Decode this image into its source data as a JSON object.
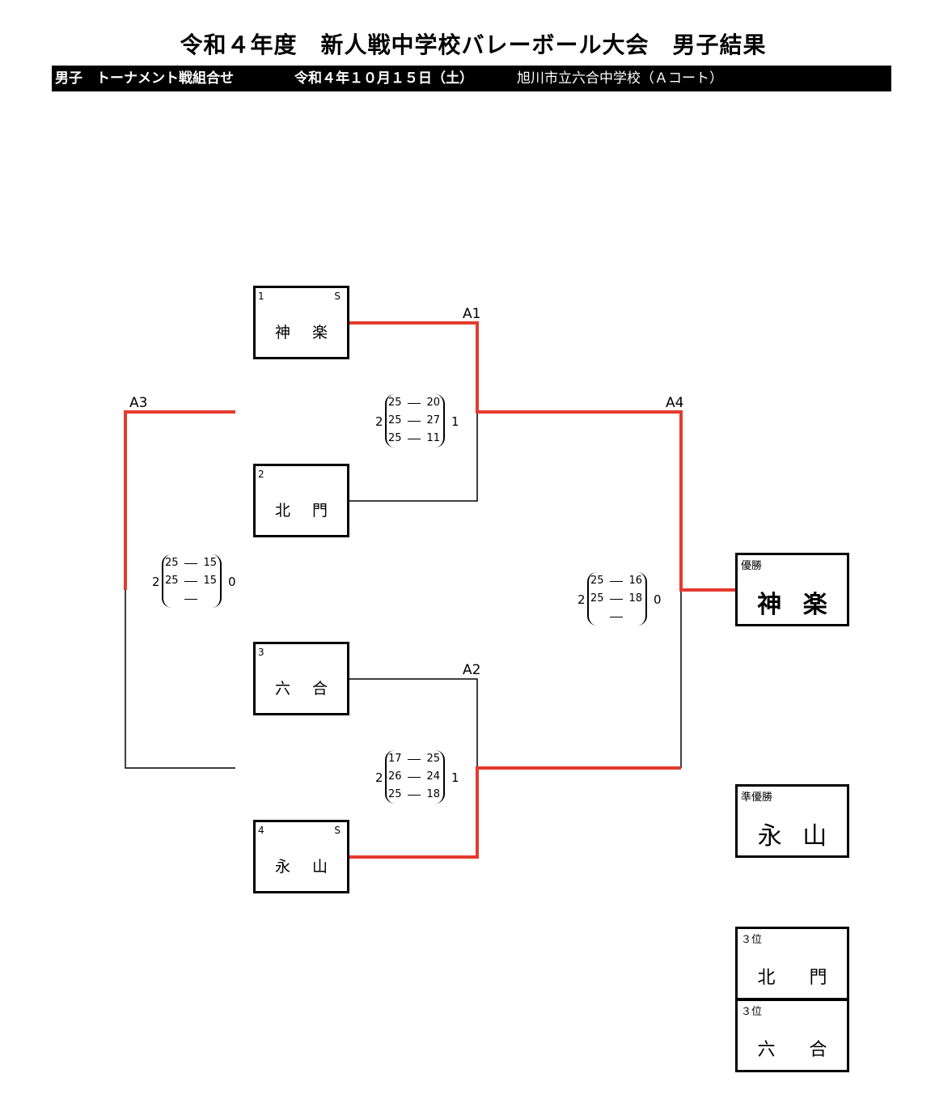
{
  "title": "令和４年度　新人戦中学校バレーボール大会　男子結果",
  "header_bar": {
    "category": "男子　トーナメント戦組合せ",
    "date": "令和４年１０月１５日（土）",
    "venue": "旭川市立六合中学校（Ａコート）"
  },
  "teams": [
    {
      "seed": "1",
      "name": "神　楽",
      "mark": "S"
    },
    {
      "seed": "2",
      "name": "北　門",
      "mark": ""
    },
    {
      "seed": "3",
      "name": "六　合",
      "mark": ""
    },
    {
      "seed": "4",
      "name": "永　山",
      "mark": "S"
    }
  ],
  "matches": {
    "A1": {
      "label": "A1",
      "winner_sets": "2",
      "loser_sets": "1",
      "sets": [
        [
          "25",
          "20"
        ],
        [
          "25",
          "27"
        ],
        [
          "25",
          "11"
        ]
      ]
    },
    "A2": {
      "label": "A2",
      "winner_sets": "2",
      "loser_sets": "1",
      "sets": [
        [
          "17",
          "25"
        ],
        [
          "26",
          "24"
        ],
        [
          "25",
          "18"
        ]
      ]
    },
    "A3": {
      "label": "A3",
      "winner_sets": "2",
      "loser_sets": "0",
      "sets": [
        [
          "25",
          "15"
        ],
        [
          "25",
          "15"
        ],
        [
          "",
          ""
        ]
      ]
    },
    "A4": {
      "label": "A4",
      "winner_sets": "2",
      "loser_sets": "0",
      "sets": [
        [
          "25",
          "16"
        ],
        [
          "25",
          "18"
        ],
        [
          "",
          ""
        ]
      ]
    }
  },
  "results": {
    "champion": {
      "label": "優勝",
      "name": "神 楽"
    },
    "runner_up": {
      "label": "準優勝",
      "name": "永 山"
    },
    "third": [
      {
        "label": "３位",
        "name": "北　門"
      },
      {
        "label": "３位",
        "name": "六　合"
      }
    ]
  },
  "colors": {
    "winner_line": "#e53a2f",
    "line": "#000000"
  }
}
